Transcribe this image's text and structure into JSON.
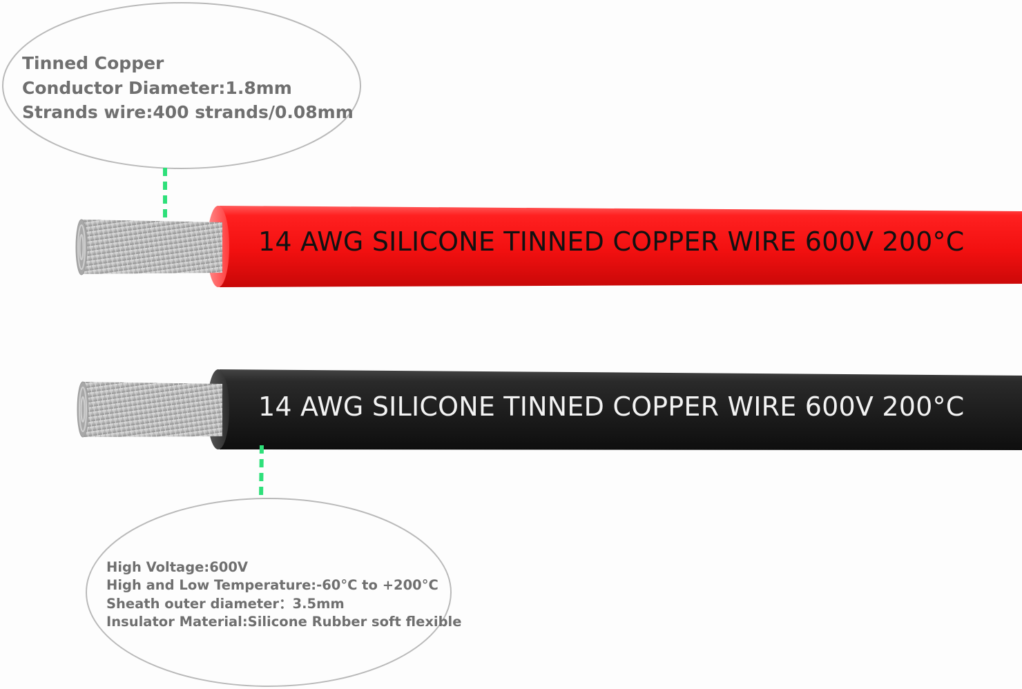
{
  "wires": {
    "red": {
      "label": "14 AWG SILICONE TINNED COPPER WIRE 600V 200°C",
      "sheath_color": "#f01212"
    },
    "black": {
      "label": "14 AWG SILICONE TINNED COPPER WIRE 600V 200°C",
      "sheath_color": "#1c1c1c"
    }
  },
  "conductor_callout": {
    "lines": [
      "Tinned Copper",
      "Conductor Diameter:1.8mm",
      "Strands wire:400 strands/0.08mm"
    ]
  },
  "insulation_callout": {
    "lines": [
      "High Voltage:600V",
      "High and Low Temperature:-60°C to +200°C",
      "Sheath outer diameter：3.5mm",
      "Insulator Material:Silicone Rubber soft flexible"
    ]
  },
  "colors": {
    "leader_line": "#2ee07a",
    "callout_outline": "#b9b9b9",
    "callout_text": "#6f6f6f",
    "conductor": "#b8b8b8"
  }
}
